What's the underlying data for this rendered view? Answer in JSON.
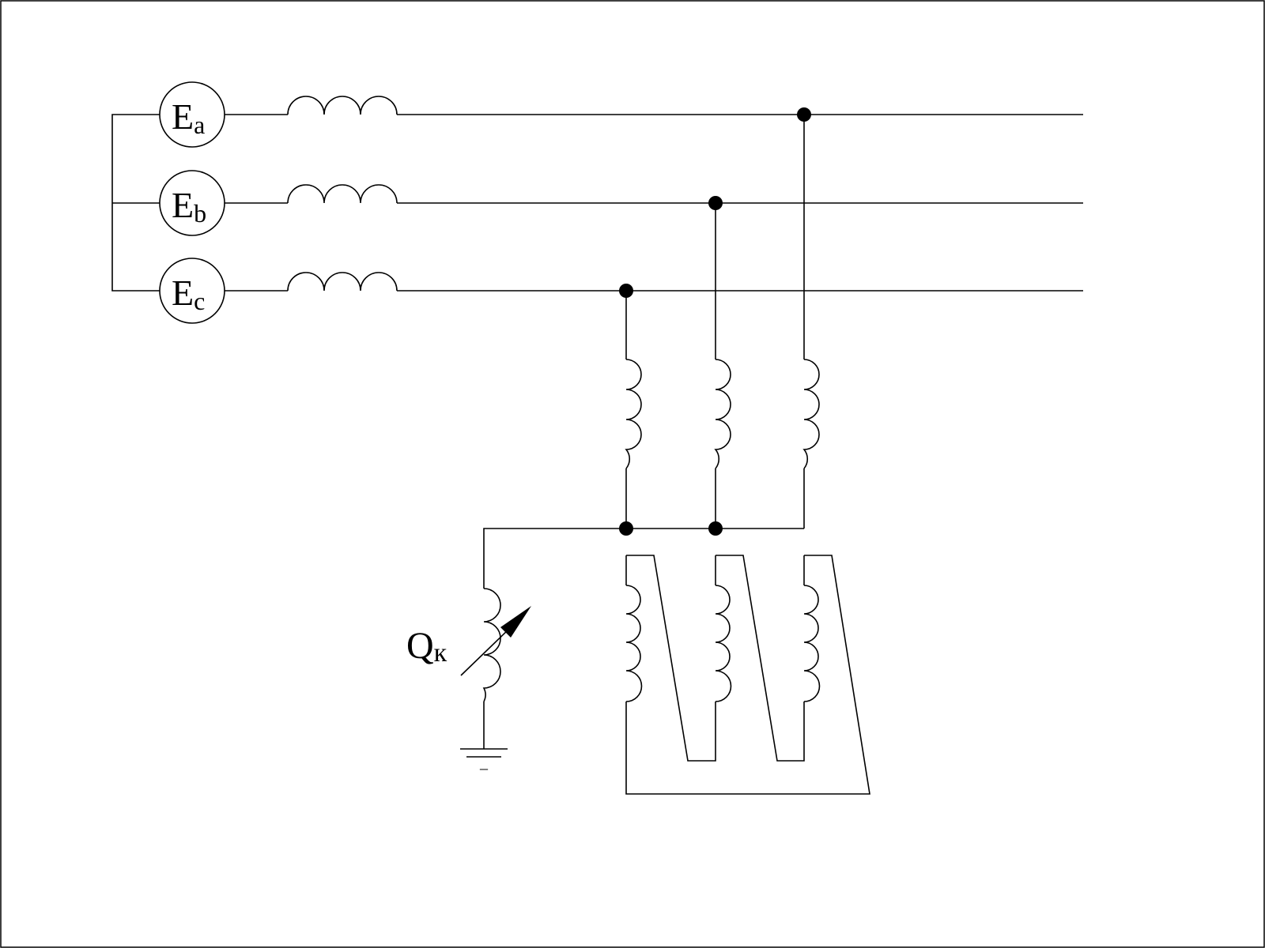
{
  "diagram": {
    "sources": [
      {
        "letter": "E",
        "sub": "a"
      },
      {
        "letter": "E",
        "sub": "b"
      },
      {
        "letter": "E",
        "sub": "c"
      }
    ],
    "reactor_label": {
      "letter": "Q",
      "sub": "к"
    },
    "ground_glyph": "_"
  },
  "colors": {
    "ink": "#000000",
    "background": "#ffffff"
  }
}
